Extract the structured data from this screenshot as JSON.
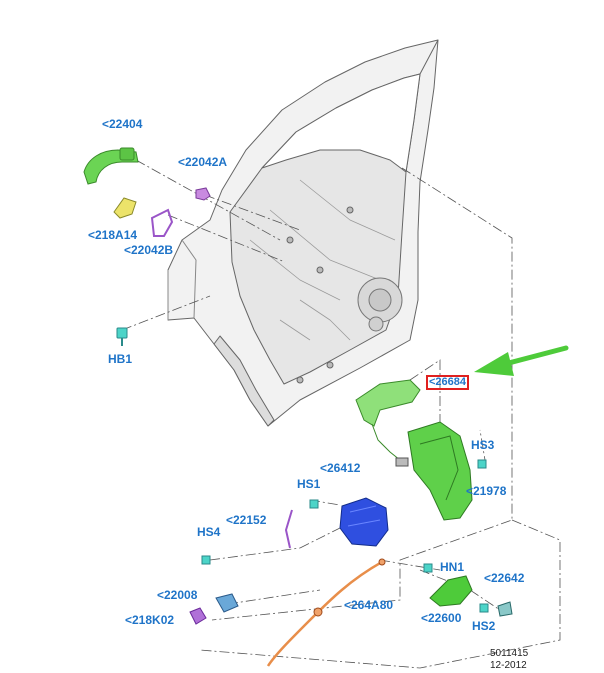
{
  "diagram": {
    "colors": {
      "callout_text": "#1f74c8",
      "highlight_box": "#e0201f",
      "pointer_arrow": "#4ecb3a",
      "green_part": "#5fd04a",
      "blue_part": "#2f4fe0",
      "purple_part": "#b070d8",
      "orange_part": "#e88e4a",
      "door_panel": "#f2f2f2"
    },
    "parts": [
      {
        "key": "22404",
        "label": "<22404",
        "icon": "exterior-handle"
      },
      {
        "key": "22042A",
        "label": "<22042A",
        "icon": "handle-gasket"
      },
      {
        "key": "218A14",
        "label": "<218A14",
        "icon": "lock-cylinder-cap"
      },
      {
        "key": "22042B",
        "label": "<22042B",
        "icon": "handle-gasket-rear"
      },
      {
        "key": "HB1",
        "label": "HB1",
        "icon": "bolt"
      },
      {
        "key": "26684",
        "label": "<26684",
        "icon": "handle-bracket",
        "highlighted": true
      },
      {
        "key": "HS3",
        "label": "HS3",
        "icon": "screw"
      },
      {
        "key": "26412",
        "label": "<26412",
        "icon": "latch-cable"
      },
      {
        "key": "HS1",
        "label": "HS1",
        "icon": "screw"
      },
      {
        "key": "21978",
        "label": "<21978",
        "icon": "latch-bracket"
      },
      {
        "key": "22152",
        "label": "<22152",
        "icon": "rod"
      },
      {
        "key": "HS4",
        "label": "HS4",
        "icon": "screw"
      },
      {
        "key": "HN1",
        "label": "HN1",
        "icon": "nut"
      },
      {
        "key": "22642",
        "label": "<22642",
        "icon": "clip"
      },
      {
        "key": "22008",
        "label": "<22008",
        "icon": "clip"
      },
      {
        "key": "264A80",
        "label": "<264A80",
        "icon": "remote-cable"
      },
      {
        "key": "22600",
        "label": "<22600",
        "icon": "interior-handle"
      },
      {
        "key": "218K02",
        "label": "<218K02",
        "icon": "cap"
      },
      {
        "key": "HS2",
        "label": "HS2",
        "icon": "screw"
      }
    ],
    "doc_number": "5011415",
    "doc_date": "12-2012"
  }
}
